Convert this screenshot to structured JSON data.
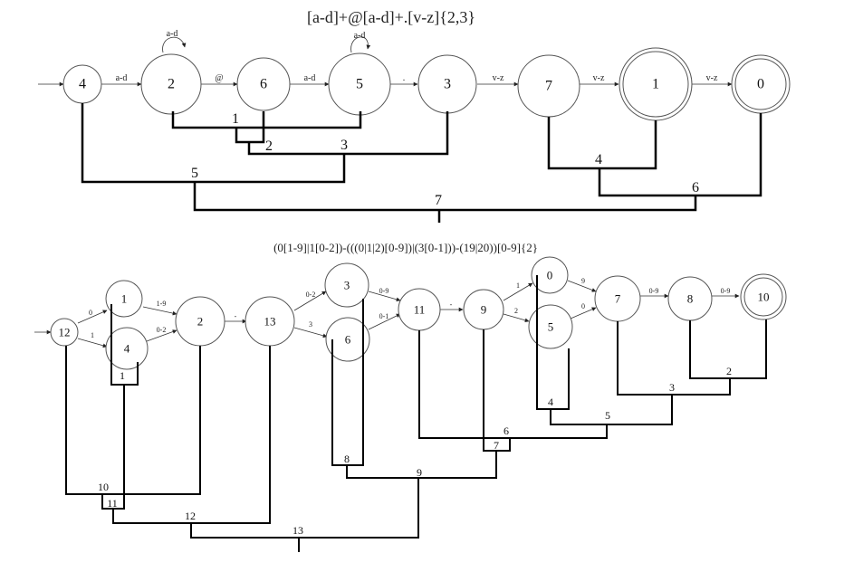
{
  "diagram_top": {
    "regex": "[a-d]+@[a-d]+.[v-z]{2,3}",
    "states": [
      {
        "id": "4",
        "accepting": false
      },
      {
        "id": "2",
        "accepting": false
      },
      {
        "id": "6",
        "accepting": false
      },
      {
        "id": "5",
        "accepting": false
      },
      {
        "id": "3",
        "accepting": false
      },
      {
        "id": "7",
        "accepting": false
      },
      {
        "id": "1",
        "accepting": true
      },
      {
        "id": "0",
        "accepting": true
      }
    ],
    "transitions": [
      {
        "from": "4",
        "to": "2",
        "label": "a-d"
      },
      {
        "from": "2",
        "to": "2",
        "label": "a-d"
      },
      {
        "from": "2",
        "to": "6",
        "label": "@"
      },
      {
        "from": "6",
        "to": "5",
        "label": "a-d"
      },
      {
        "from": "5",
        "to": "5",
        "label": "a-d"
      },
      {
        "from": "5",
        "to": "3",
        "label": "."
      },
      {
        "from": "3",
        "to": "7",
        "label": "v-z"
      },
      {
        "from": "7",
        "to": "1",
        "label": "v-z"
      },
      {
        "from": "1",
        "to": "0",
        "label": "v-z"
      }
    ],
    "tree_labels": [
      "1",
      "2",
      "3",
      "5",
      "7",
      "4",
      "6"
    ]
  },
  "diagram_bottom": {
    "regex": "(0[1-9]|1[0-2])-(((0|1|2)[0-9])|(3[0-1]))-(19|20))[0-9]{2}",
    "states": [
      {
        "id": "12",
        "accepting": false
      },
      {
        "id": "1",
        "accepting": false
      },
      {
        "id": "4",
        "accepting": false
      },
      {
        "id": "2",
        "accepting": false
      },
      {
        "id": "13",
        "accepting": false
      },
      {
        "id": "3",
        "accepting": false
      },
      {
        "id": "6",
        "accepting": false
      },
      {
        "id": "11",
        "accepting": false
      },
      {
        "id": "9",
        "accepting": false
      },
      {
        "id": "0",
        "accepting": false
      },
      {
        "id": "5",
        "accepting": false
      },
      {
        "id": "7",
        "accepting": false
      },
      {
        "id": "8",
        "accepting": false
      },
      {
        "id": "10",
        "accepting": true
      }
    ],
    "transitions": [
      {
        "from": "12",
        "to": "1",
        "label": "0"
      },
      {
        "from": "12",
        "to": "4",
        "label": "1"
      },
      {
        "from": "1",
        "to": "2",
        "label": "1-9"
      },
      {
        "from": "4",
        "to": "2",
        "label": "0-2"
      },
      {
        "from": "2",
        "to": "13",
        "label": "-"
      },
      {
        "from": "13",
        "to": "3",
        "label": "0-2"
      },
      {
        "from": "13",
        "to": "6",
        "label": "3"
      },
      {
        "from": "3",
        "to": "11",
        "label": "0-9"
      },
      {
        "from": "6",
        "to": "11",
        "label": "0-1"
      },
      {
        "from": "11",
        "to": "9",
        "label": "-"
      },
      {
        "from": "9",
        "to": "0",
        "label": "1"
      },
      {
        "from": "9",
        "to": "5",
        "label": "2"
      },
      {
        "from": "0",
        "to": "7",
        "label": "9"
      },
      {
        "from": "5",
        "to": "7",
        "label": "0"
      },
      {
        "from": "7",
        "to": "8",
        "label": "0-9"
      },
      {
        "from": "8",
        "to": "10",
        "label": "0-9"
      }
    ],
    "tree_labels": [
      "1",
      "10",
      "11",
      "12",
      "13",
      "8",
      "9",
      "7",
      "6",
      "4",
      "5",
      "3",
      "2"
    ]
  }
}
